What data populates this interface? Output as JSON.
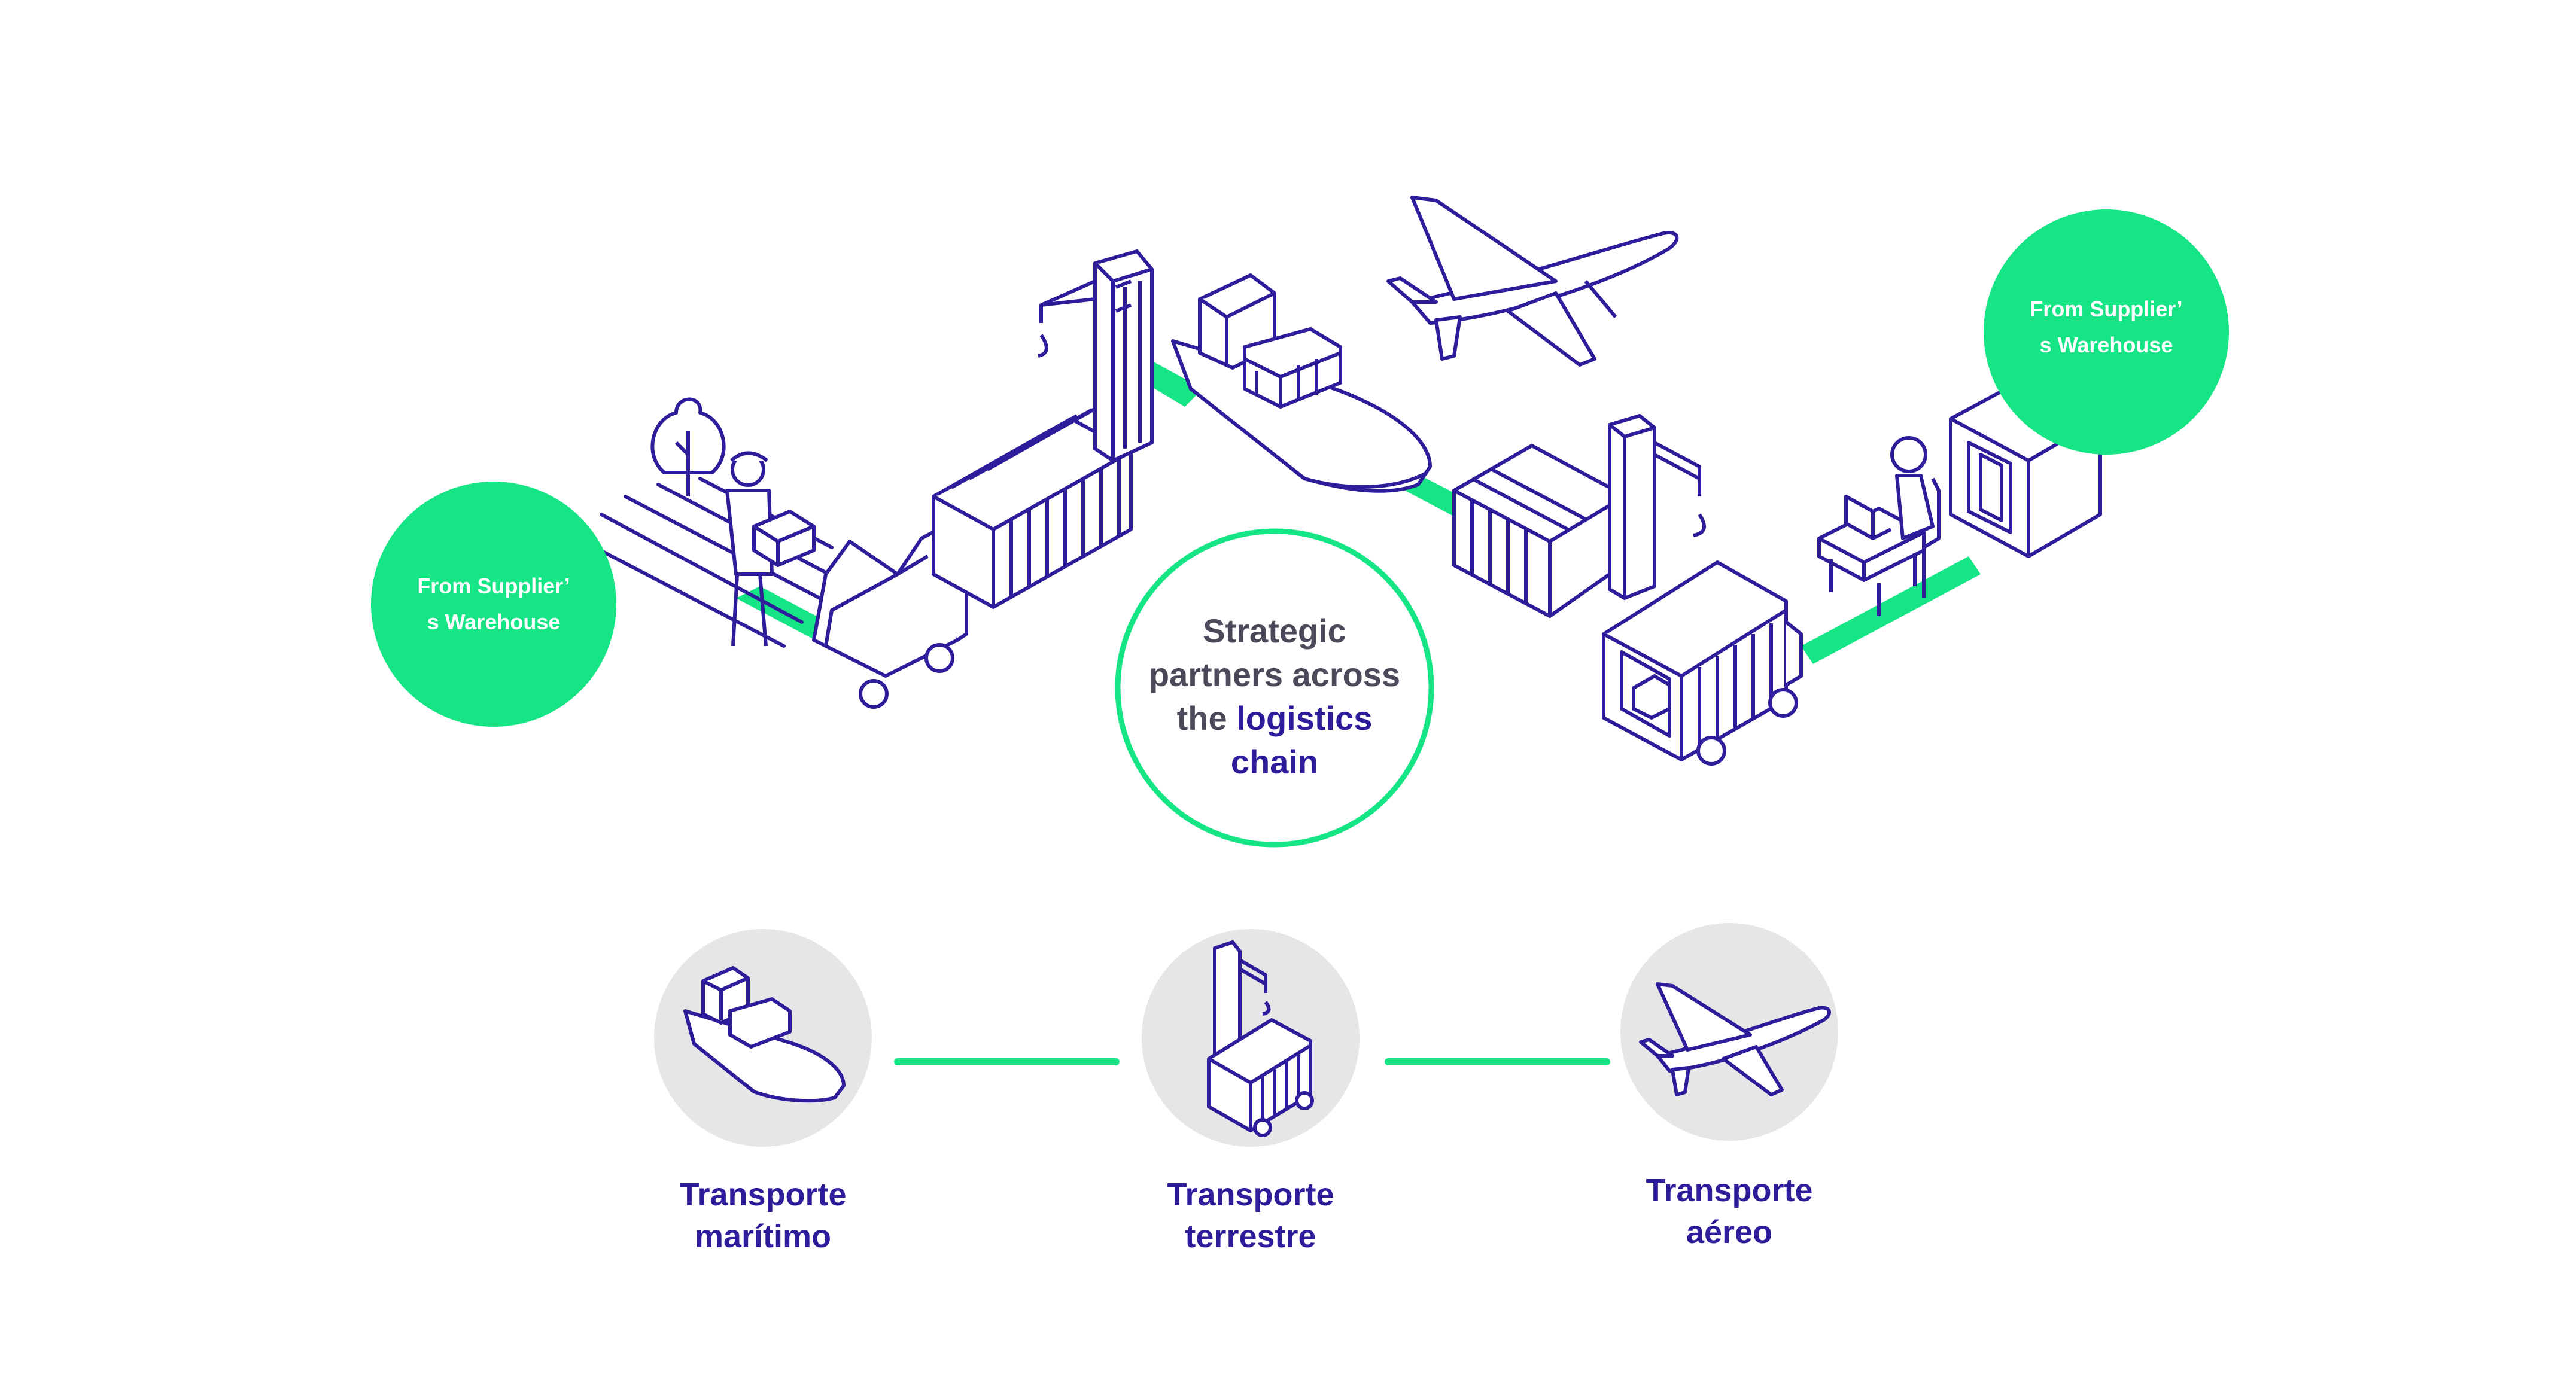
{
  "colors": {
    "accent_green": "#16e585",
    "line_navy": "#2e1d9b",
    "text_gray": "#4a4a5a",
    "icon_circle_gray": "#e6e6e6",
    "background": "#ffffff"
  },
  "warehouses": {
    "left": {
      "line1": "From Supplier’",
      "line2": "s Warehouse"
    },
    "right": {
      "line1": "From Supplier’",
      "line2": "s Warehouse"
    }
  },
  "center": {
    "line1": "Strategic",
    "line2": "partners across",
    "line3_plain": "the",
    "line3_accent": "logistics",
    "line4_accent": "chain"
  },
  "modes": [
    {
      "icon": "ship-icon",
      "line1": "Transporte",
      "line2": "marítimo"
    },
    {
      "icon": "truck-crane-icon",
      "line1": "Transporte",
      "line2": "terrestre"
    },
    {
      "icon": "airplane-icon",
      "line1": "Transporte",
      "line2": "aéreo"
    }
  ],
  "illustration_icons": [
    "tree-icon",
    "worker-with-box-icon",
    "delivery-truck-icon",
    "container-stack-icon",
    "port-crane-icon",
    "cargo-ship-icon",
    "airplane-icon",
    "container-truck-icon",
    "office-worker-laptop-icon",
    "warehouse-box-icon"
  ]
}
